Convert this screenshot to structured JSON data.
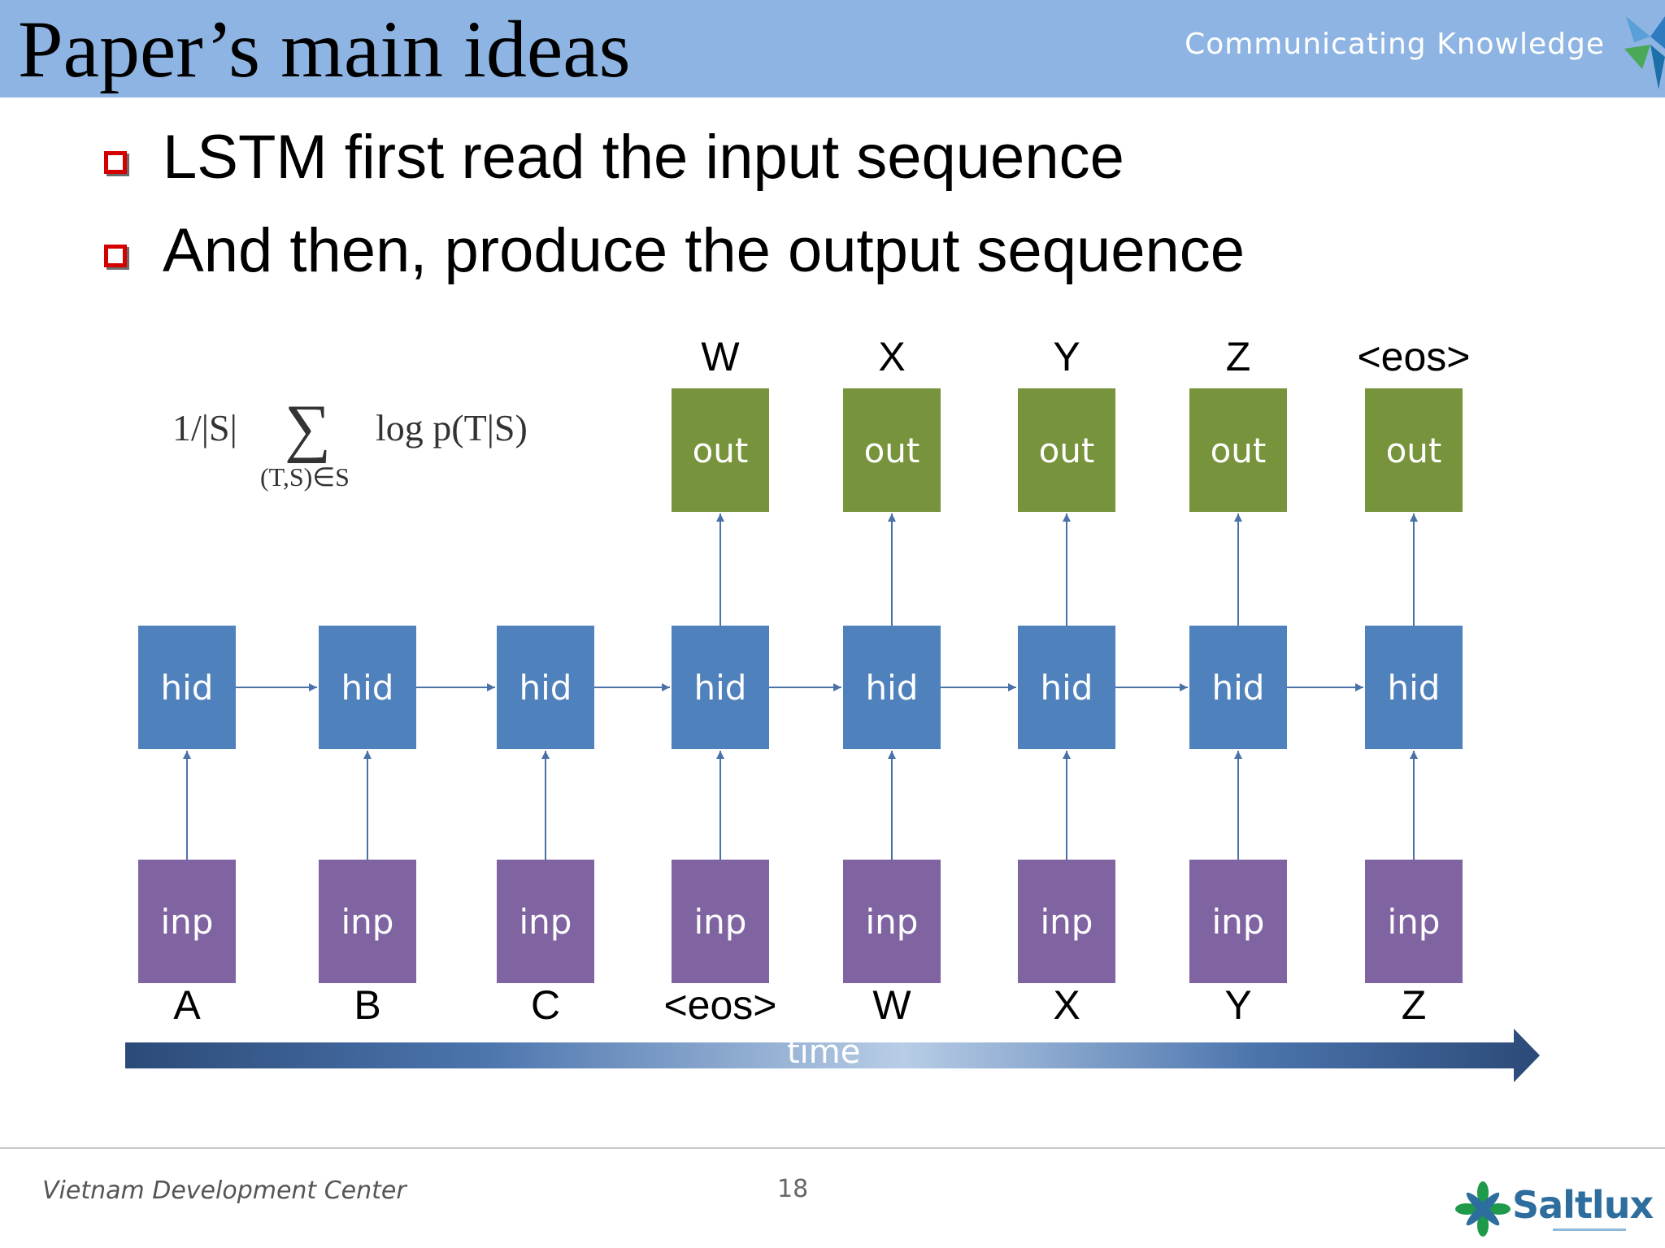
{
  "header": {
    "title": "Paper’s main ideas",
    "tagline": "Communicating Knowledge"
  },
  "bullets": [
    "LSTM first read the input sequence",
    "And then, produce the output sequence"
  ],
  "formula": {
    "main": "1/|S|",
    "sum": "∑",
    "log": "log p(T|S)",
    "subscript": "(T,S)∈S"
  },
  "diagram": {
    "columns": [
      {
        "inp_label": "A",
        "out_label": null
      },
      {
        "inp_label": "B",
        "out_label": null
      },
      {
        "inp_label": "C",
        "out_label": null
      },
      {
        "inp_label": "<eos>",
        "out_label": "W"
      },
      {
        "inp_label": "W",
        "out_label": "X"
      },
      {
        "inp_label": "X",
        "out_label": "Y"
      },
      {
        "inp_label": "Y",
        "out_label": "Z"
      },
      {
        "inp_label": "Z",
        "out_label": "<eos>"
      }
    ],
    "node_text": {
      "out": "out",
      "hid": "hid",
      "inp": "inp"
    },
    "time_label": "time",
    "colors": {
      "out": "#77933c",
      "hid": "#4f81bd",
      "inp": "#8064a2",
      "arrow": "#4a72a8",
      "time_dark": "#2c4a78",
      "time_light": "#b8cde6"
    }
  },
  "footer": {
    "org": "Vietnam Development Center",
    "page": "18",
    "brand": "Saltlux"
  }
}
